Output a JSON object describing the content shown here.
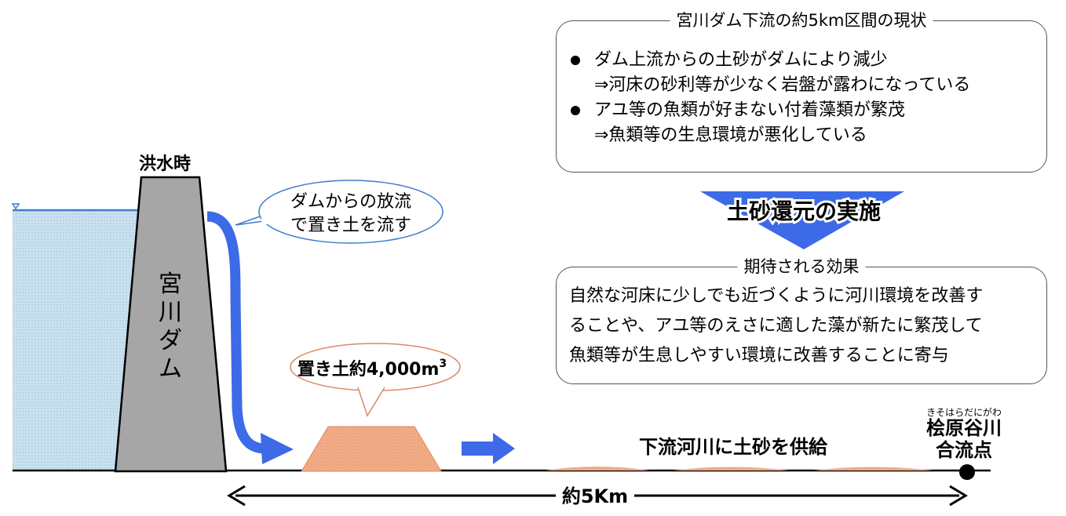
{
  "labels": {
    "flood": "洪水時",
    "dam_name_chars": [
      "宮",
      "川",
      "ダ",
      "ム"
    ],
    "callout_line1": "ダムからの放流",
    "callout_line2": "で置き土を流す",
    "placed_soil_prefix": "置き土約4,000m",
    "placed_soil_sup": "3",
    "supply": "下流河川に土砂を供給",
    "confluence_ruby": "きそはらだにがわ",
    "confluence_line1": "桧原谷川",
    "confluence_line2": "合流点",
    "distance": "約5Km",
    "action": "土砂還元の実施"
  },
  "status": {
    "title": "宮川ダム下流の約5km区間の現状",
    "items": [
      {
        "cause": "ダム上流からの土砂がダムにより減少",
        "result": "⇒河床の砂利等が少なく岩盤が露わになっている"
      },
      {
        "cause": "アユ等の魚類が好まない付着藻類が繁茂",
        "result": "⇒魚類等の生息環境が悪化している"
      }
    ]
  },
  "effects": {
    "title": "期待される効果",
    "lines": [
      "自然な河床に少しでも近づくように河川環境を改善す",
      "ることや、アユ等のえさに適した藻が新たに繁茂して",
      "魚類等が生息しやすい環境に改善することに寄与"
    ]
  },
  "colors": {
    "water": "#c9e0ef",
    "water_line": "#3e7cc7",
    "dam": "#a6a6a6",
    "flow_arrow": "#3d6ae6",
    "soil": "#f2ad87",
    "action_arrow": "#3d6ae6"
  }
}
